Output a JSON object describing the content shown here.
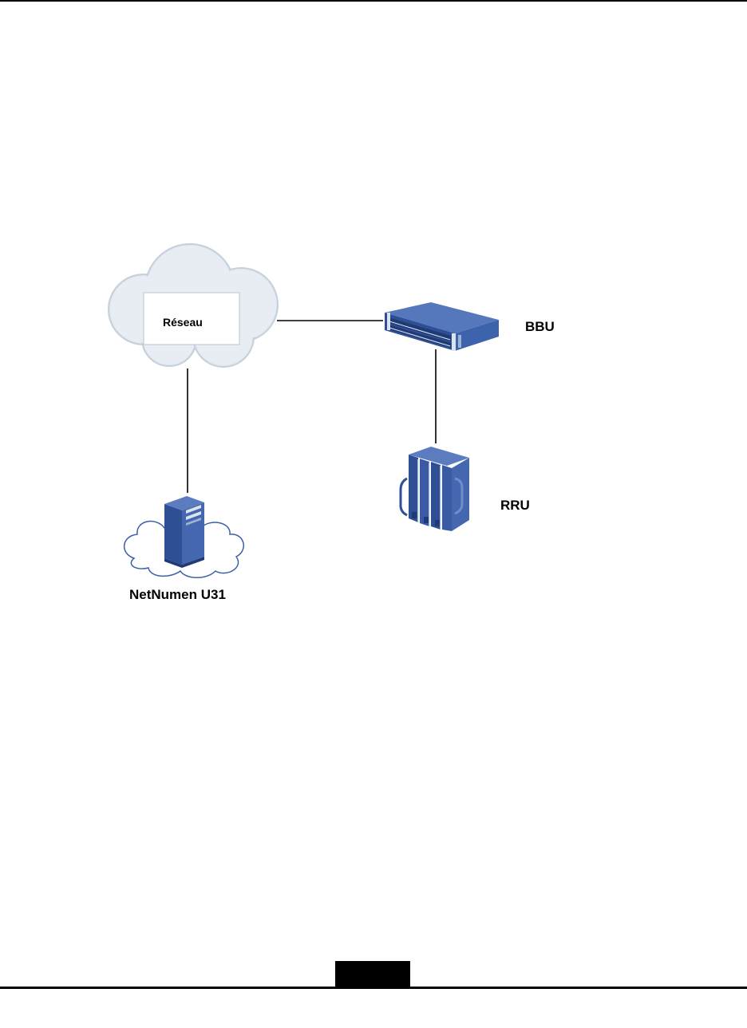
{
  "labels": {
    "network": "Réseau",
    "bbu": "BBU",
    "rru": "RRU",
    "server": "NetNumen U31"
  },
  "icons": {
    "network": "cloud-icon",
    "bbu": "rack-server-icon",
    "rru": "radio-unit-icon",
    "server": "tower-server-icon"
  },
  "connections": [
    {
      "from": "network",
      "to": "bbu"
    },
    {
      "from": "bbu",
      "to": "rru"
    },
    {
      "from": "network",
      "to": "server"
    }
  ],
  "colors": {
    "device": "#3b5fa6",
    "device_dark": "#24407c",
    "cloud_fill": "#e4eaf1",
    "cloud_stroke": "#c5d0dc",
    "line": "#000000",
    "rule": "#000000"
  }
}
